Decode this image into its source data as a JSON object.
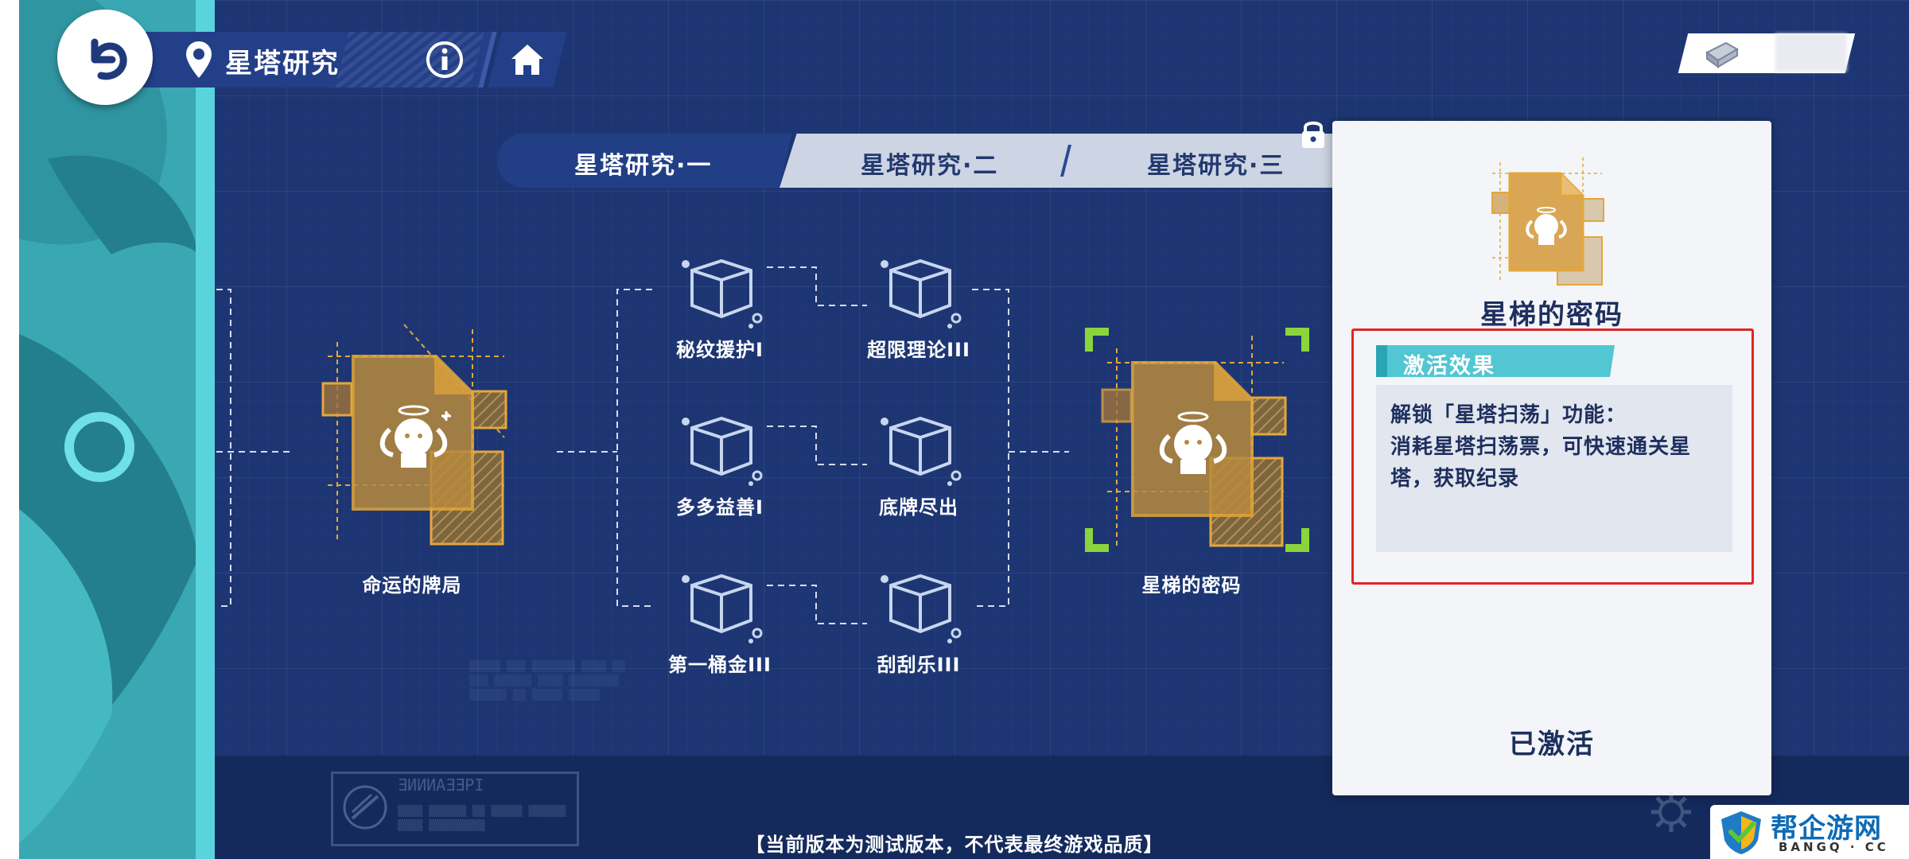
{
  "header": {
    "title": "星塔研究"
  },
  "tabs": [
    {
      "label": "星塔研究·一",
      "active": true
    },
    {
      "label": "星塔研究·二",
      "active": false
    },
    {
      "label": "星塔研究·三",
      "active": false,
      "locked": true
    }
  ],
  "tree": {
    "root": {
      "label": "命运的牌局"
    },
    "nodes": [
      {
        "label": "秘纹援护I"
      },
      {
        "label": "超限理论III"
      },
      {
        "label": "多多益善I"
      },
      {
        "label": "底牌尽出"
      },
      {
        "label": "第一桶金III"
      },
      {
        "label": "刮刮乐III"
      }
    ],
    "final": {
      "label": "星梯的密码"
    }
  },
  "detail": {
    "title": "星梯的密码",
    "effect_title": "激活效果",
    "effect_lines": [
      "解锁「星塔扫荡」功能：",
      "消耗星塔扫荡票，可快速通关星",
      "塔，获取纪录"
    ],
    "status": "已激活"
  },
  "footer": {
    "disclaimer": "【当前版本为测试版本，不代表最终游戏品质】"
  },
  "watermark": {
    "text": "帮企游网",
    "sub": "BANGQ · CC"
  },
  "colors": {
    "background": "#1d3673",
    "accent_gold": "#e3a73a",
    "accent_teal": "#52c6d2",
    "highlight_red": "#e02424",
    "selection_green": "#8cd43c"
  }
}
